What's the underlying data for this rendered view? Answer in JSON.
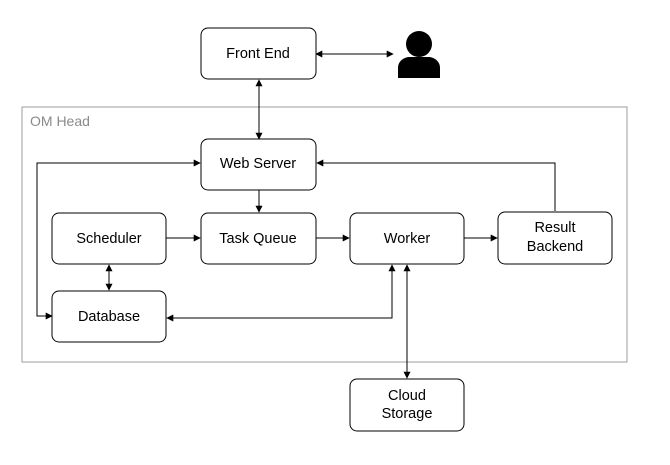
{
  "group": {
    "label": "OM Head"
  },
  "nodes": {
    "front_end": "Front End",
    "web_server": "Web Server",
    "scheduler": "Scheduler",
    "task_queue": "Task Queue",
    "worker": "Worker",
    "result_backend": [
      "Result",
      "Backend"
    ],
    "database": "Database",
    "cloud_storage": [
      "Cloud",
      "Storage"
    ]
  },
  "icons": {
    "user": "user-icon"
  },
  "colors": {
    "stroke": "#000000",
    "group_border": "#9e9e9e",
    "group_label": "#8a8a8a",
    "node_fill": "#ffffff"
  }
}
